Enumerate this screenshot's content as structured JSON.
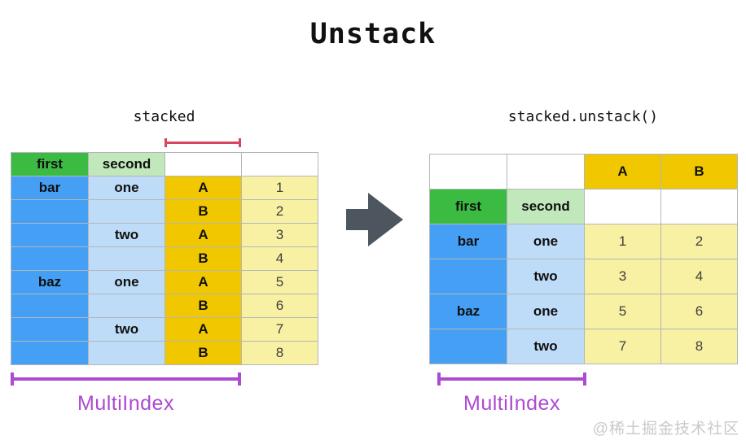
{
  "title": "Unstack",
  "colors": {
    "green": "#3cbb43",
    "light_green": "#c0e8ba",
    "blue": "#45a0f5",
    "light_blue": "#bedcf8",
    "gold": "#f1c800",
    "light_yellow": "#f8f0a2",
    "arrow": "#4d565e",
    "red": "#d8455e",
    "purple": "#ad4ad3",
    "grid": "#b2b7bb",
    "watermark": "#c9c9c9"
  },
  "left_table": {
    "label": "stacked",
    "multiindex_label": "MultiIndex",
    "column_headers": [
      "first",
      "second"
    ],
    "rows": [
      [
        "first",
        "second",
        "",
        ""
      ],
      [
        "bar",
        "one",
        "A",
        "1"
      ],
      [
        "",
        "",
        "B",
        "2"
      ],
      [
        "",
        "two",
        "A",
        "3"
      ],
      [
        "",
        "",
        "B",
        "4"
      ],
      [
        "baz",
        "one",
        "A",
        "5"
      ],
      [
        "",
        "",
        "B",
        "6"
      ],
      [
        "",
        "two",
        "A",
        "7"
      ],
      [
        "",
        "",
        "B",
        "8"
      ]
    ]
  },
  "right_table": {
    "label": "stacked.unstack()",
    "multiindex_label": "MultiIndex",
    "rows": [
      [
        "",
        "",
        "A",
        "B"
      ],
      [
        "first",
        "second",
        "",
        ""
      ],
      [
        "bar",
        "one",
        "1",
        "2"
      ],
      [
        "",
        "two",
        "3",
        "4"
      ],
      [
        "baz",
        "one",
        "5",
        "6"
      ],
      [
        "",
        "two",
        "7",
        "8"
      ]
    ]
  },
  "watermark": "@稀土掘金技术社区"
}
